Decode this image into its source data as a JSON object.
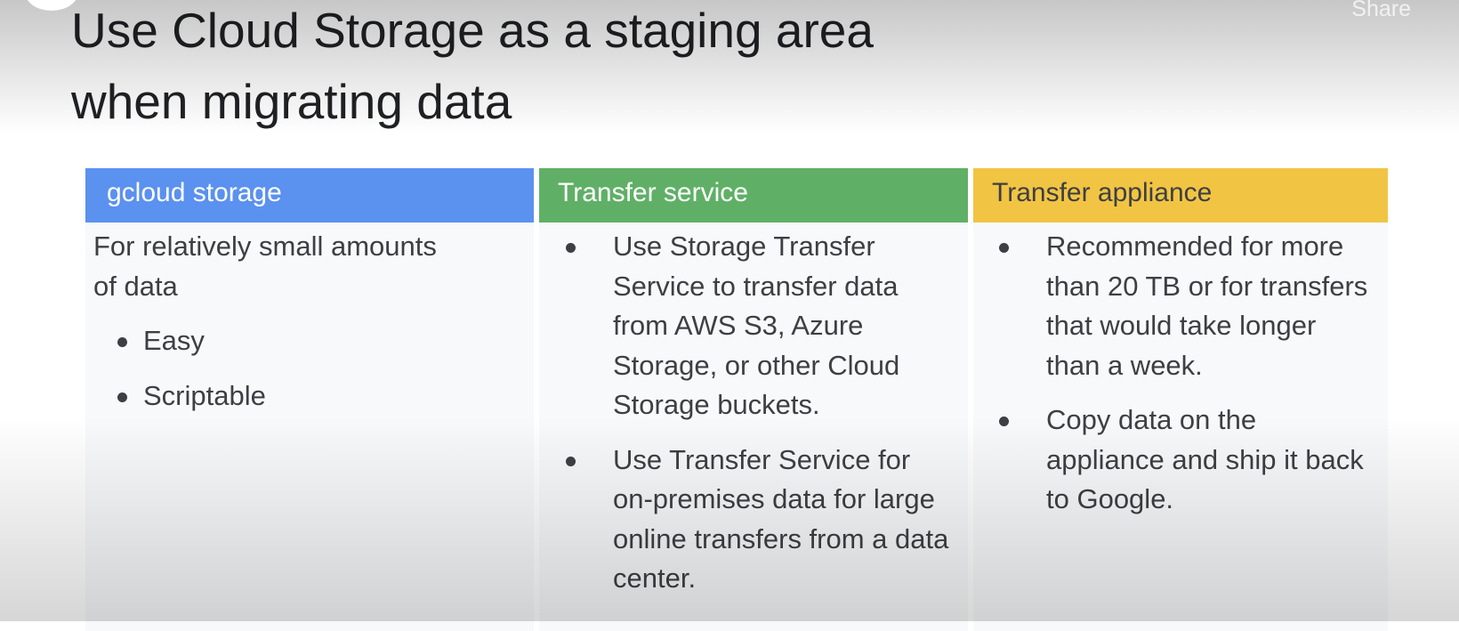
{
  "slide": {
    "title_lines": [
      "Use Cloud Storage as a staging area",
      "when migrating data"
    ],
    "columns": [
      {
        "heading": "gcloud storage",
        "color": "#5b91ef",
        "intro": "For relatively small amounts of data",
        "bullets": [
          "Easy",
          "Scriptable"
        ]
      },
      {
        "heading": "Transfer service",
        "color": "#5fb066",
        "bullets": [
          "Use Storage Transfer Service to transfer data from AWS S3, Azure Storage, or other Cloud Storage buckets.",
          "Use Transfer Service for on-premises data for large online transfers from a data center."
        ]
      },
      {
        "heading": "Transfer appliance",
        "color": "#f2c443",
        "bullets": [
          "Recommended for more than 20 TB or for transfers that would take longer than a week.",
          "Copy data on the appliance and ship it back to Google."
        ]
      }
    ]
  },
  "player": {
    "share_label": "Share"
  }
}
